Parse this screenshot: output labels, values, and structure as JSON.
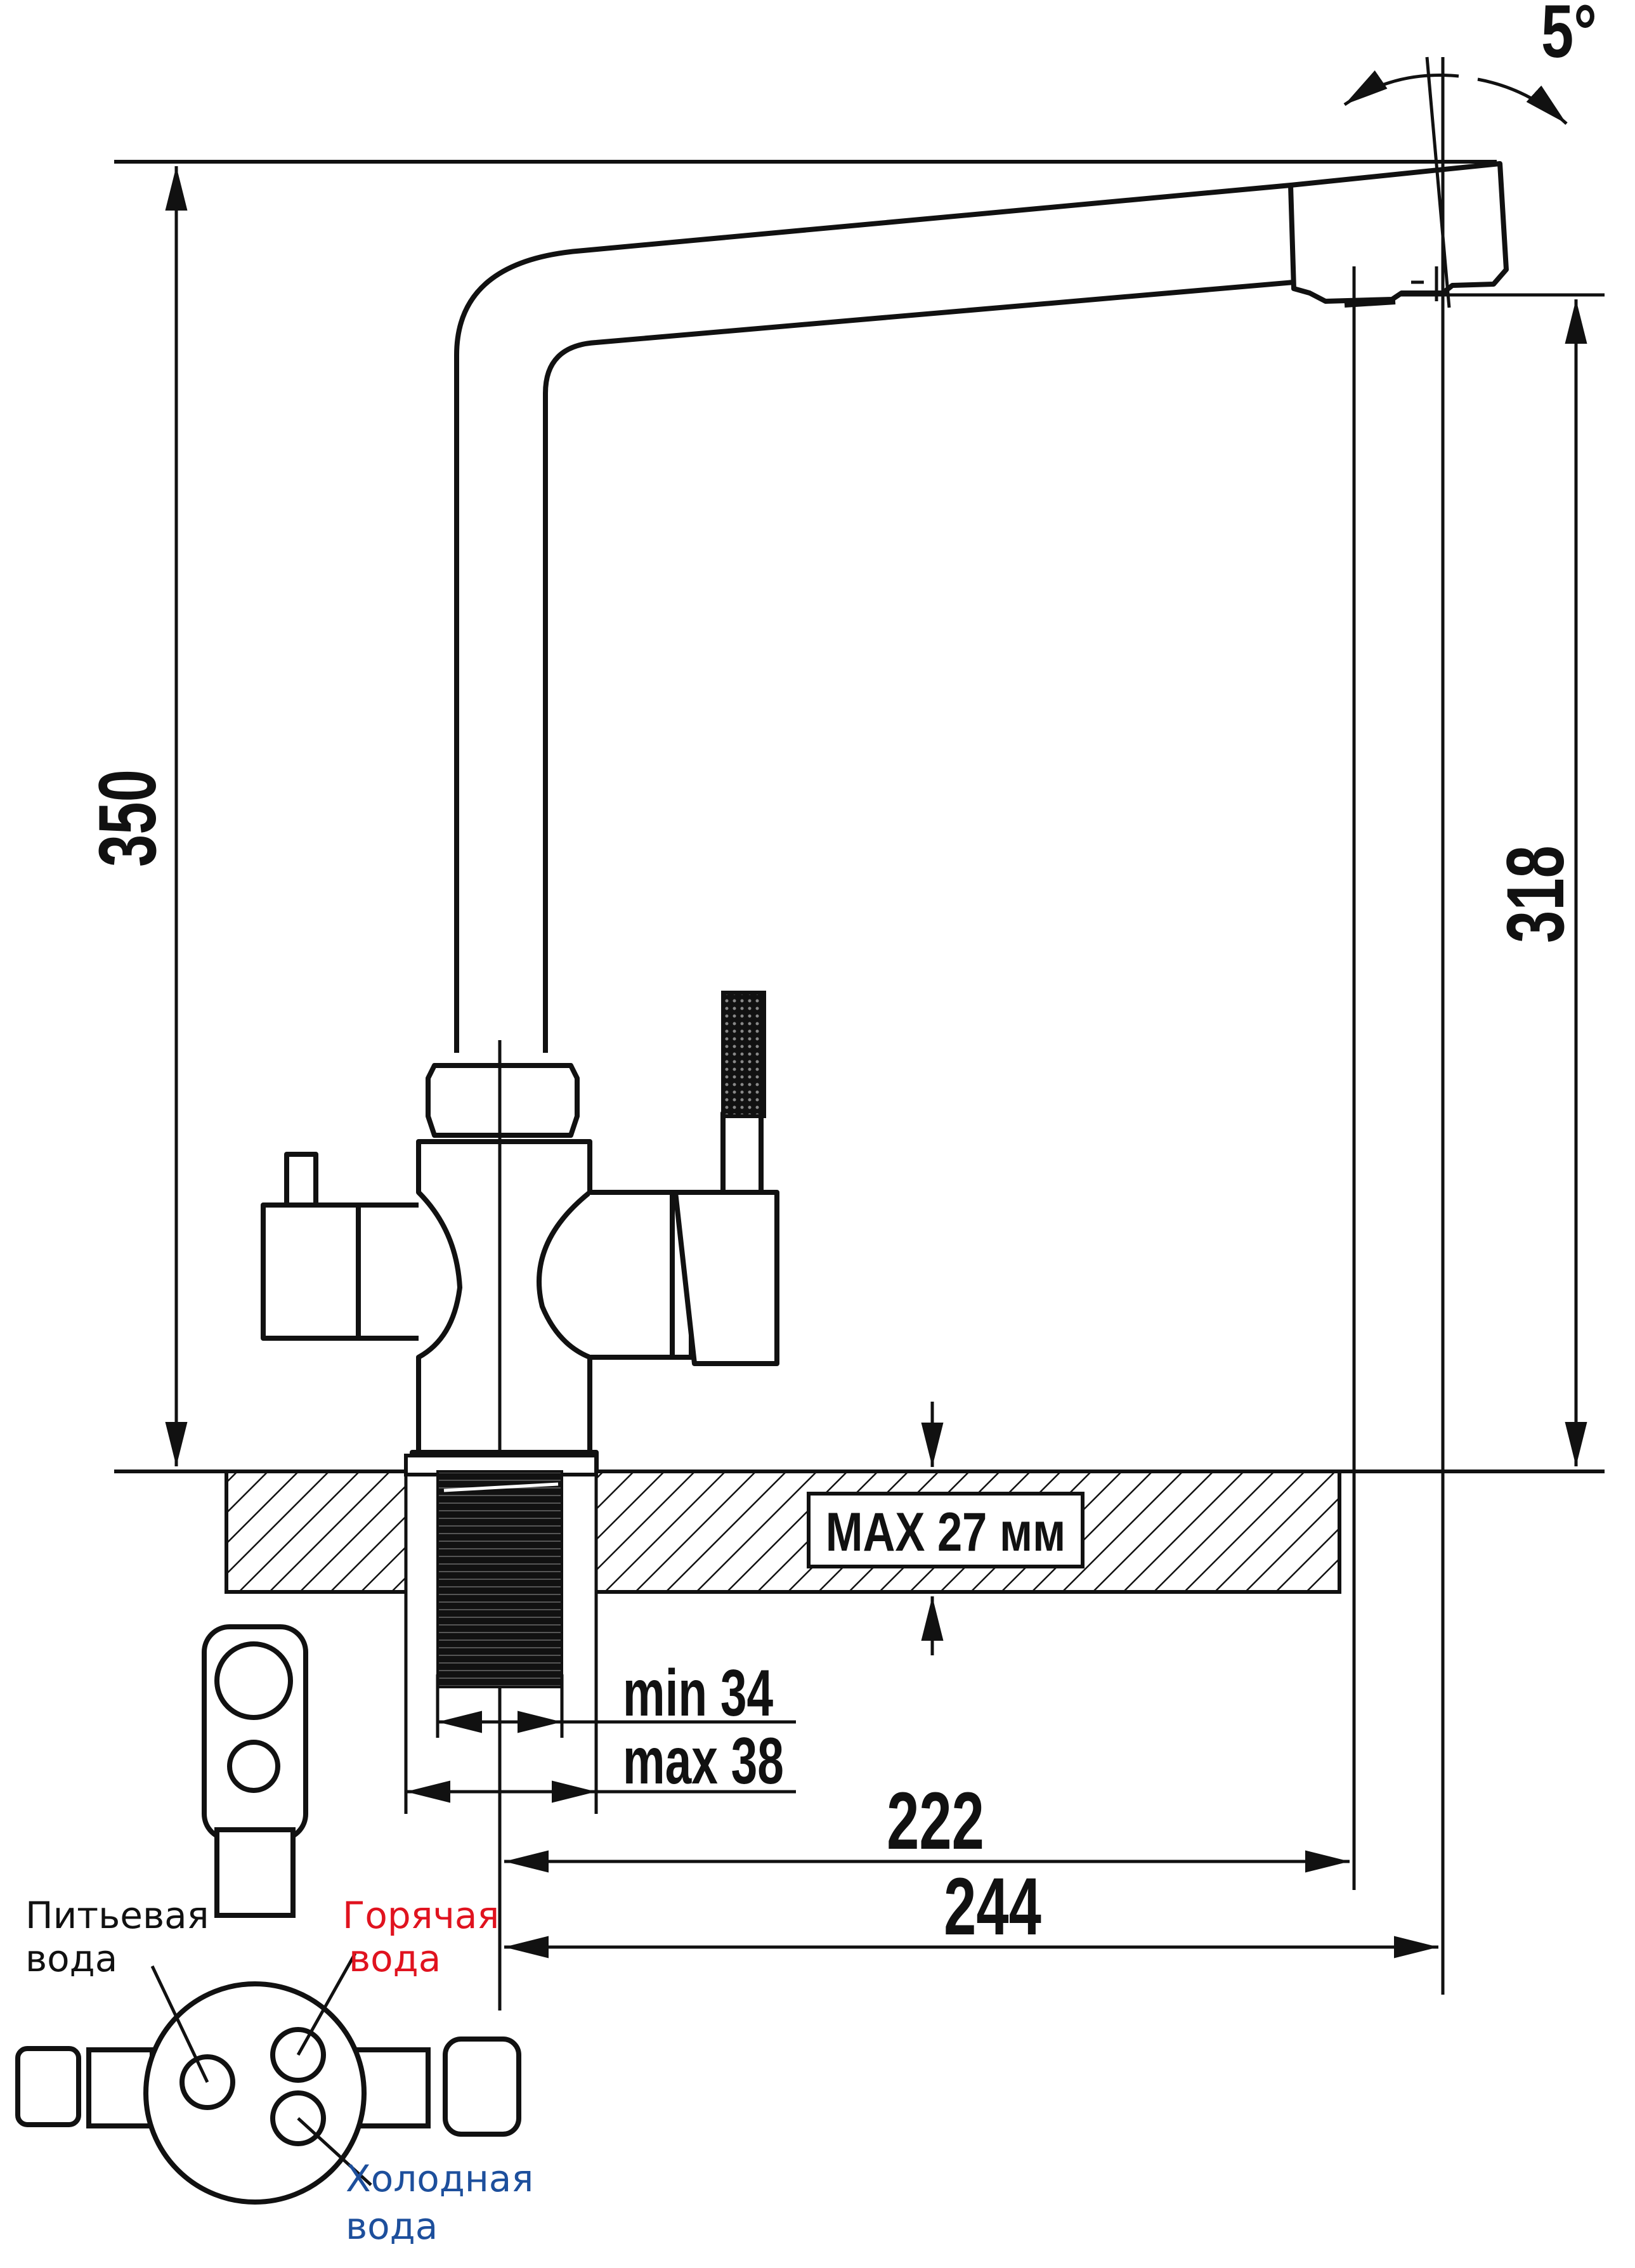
{
  "dimensions": {
    "total_height": "350",
    "spout_height": "318",
    "reach_to_outlet": "222",
    "total_reach": "244",
    "spout_angle": "5°",
    "hole_min": "min 34",
    "hole_max": "max 38",
    "countertop_max": "MAX 27 мм"
  },
  "legend": {
    "drinking_line1": "Питьевая",
    "drinking_line2": "вода",
    "hot_line1": "Горячая",
    "hot_line2": "вода",
    "cold_line1": "Холодная",
    "cold_line2": "вода"
  },
  "colors": {
    "line": "#111111",
    "hot": "#e0131f",
    "cold": "#1d4f9c"
  }
}
